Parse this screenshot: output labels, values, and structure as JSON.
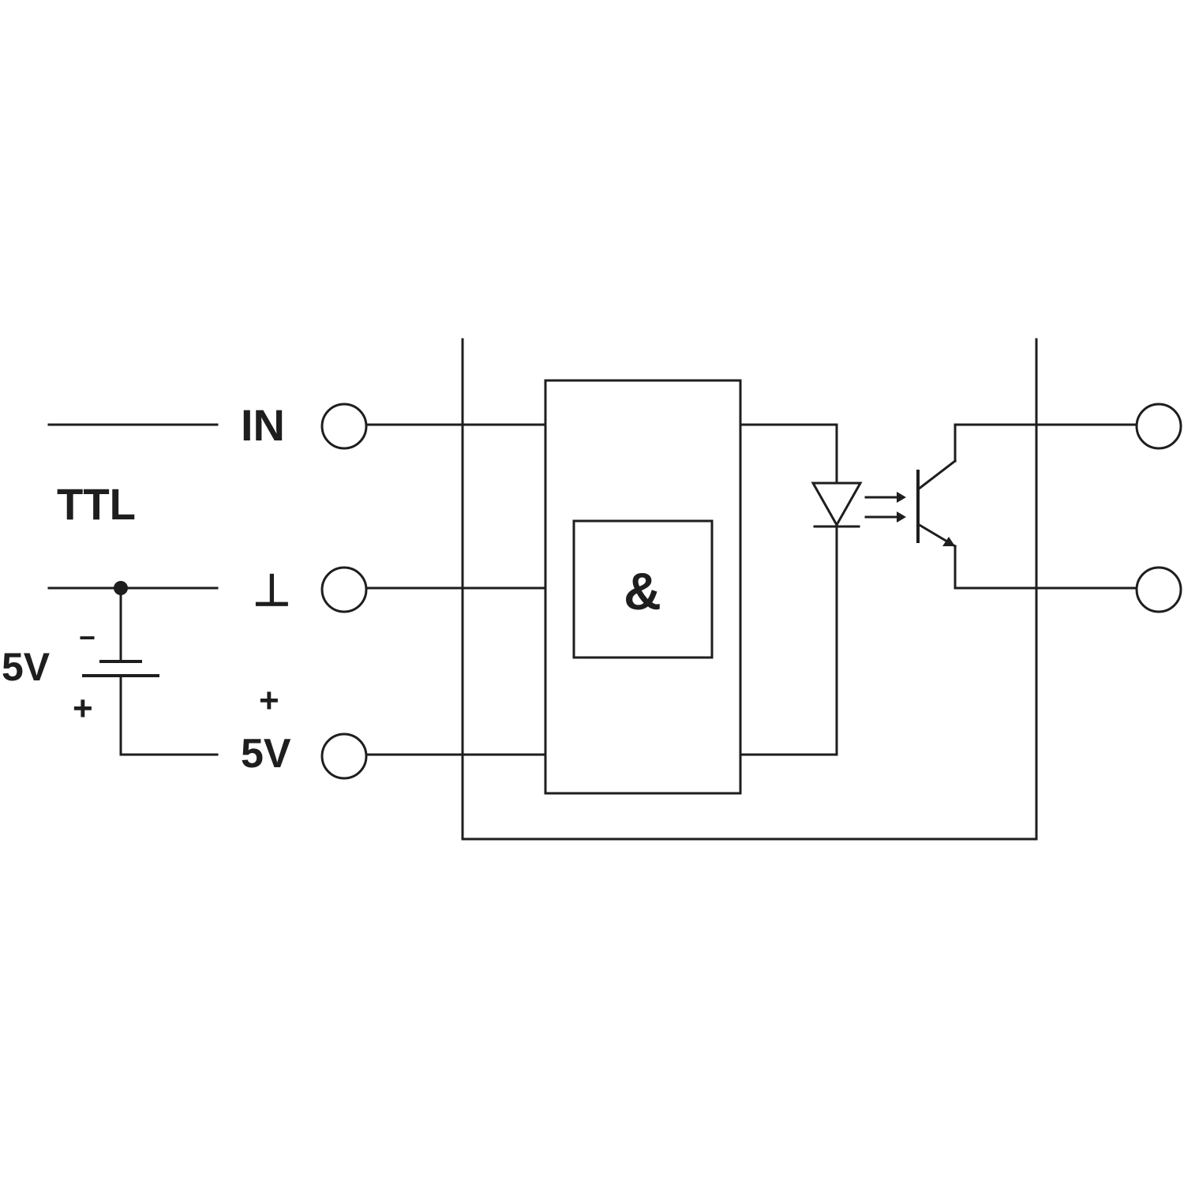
{
  "labels": {
    "in": "IN",
    "ttl": "TTL",
    "ground": "⊥",
    "supply_plus": "+",
    "supply_voltage": "5V",
    "battery_voltage": "5V",
    "battery_minus": "−",
    "battery_plus": "+",
    "gate": "&"
  },
  "colors": {
    "line": "#1e1e1e",
    "background": "#ffffff"
  }
}
